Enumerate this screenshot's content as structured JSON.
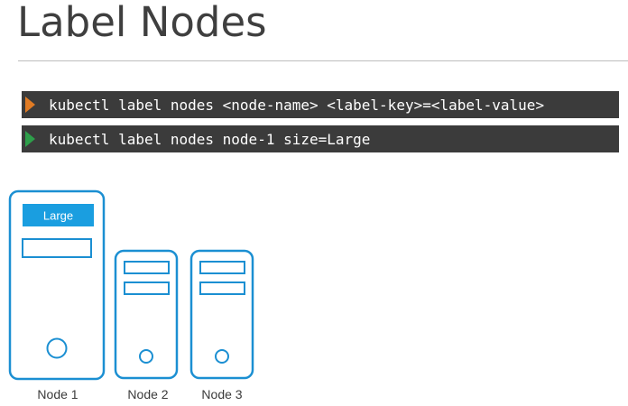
{
  "title": "Label Nodes",
  "commands": [
    {
      "text": "kubectl label nodes <node-name> <label-key>=<label-value>",
      "prompt_icon": "play-icon",
      "prompt_color": "#e07b24"
    },
    {
      "text": "kubectl label nodes node-1 size=Large",
      "prompt_icon": "play-icon",
      "prompt_color": "#2e9e4a"
    }
  ],
  "nodes": [
    {
      "label": "Node 1",
      "tag": "Large",
      "icon": "server-icon"
    },
    {
      "label": "Node 2",
      "icon": "server-icon"
    },
    {
      "label": "Node 3",
      "icon": "server-icon"
    }
  ],
  "colors": {
    "server_outline": "#1b8fd2",
    "label_tag_fill": "#1a9ee0",
    "terminal_bg": "#3b3b3b"
  }
}
